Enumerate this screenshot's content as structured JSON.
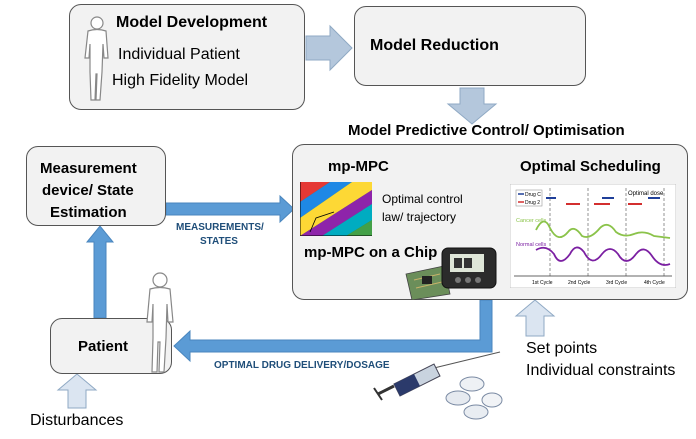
{
  "model_development": {
    "title": "Model Development",
    "line1": "Individual Patient",
    "line2": "High Fidelity Model"
  },
  "model_reduction": {
    "title": "Model Reduction"
  },
  "mpc_header": "Model Predictive Control/ Optimisation",
  "measurement": {
    "line1": "Measurement",
    "line2": "device/ State",
    "line3": "Estimation"
  },
  "measurements_label": {
    "line1": "MEASUREMENTS/",
    "line2": "STATES"
  },
  "mpc_box": {
    "mp_mpc": "mp-MPC",
    "control_line1": "Optimal control",
    "control_line2": "law/ trajectory",
    "chip": "mp-MPC on a Chip",
    "optimal_scheduling": "Optimal Scheduling"
  },
  "schedule_chart": {
    "legend_drug1": "Drug C",
    "legend_drug2": "Drug 2",
    "optimal_dose": "Optimal dose",
    "cancer_cells": "Cancer cells",
    "normal_cells": "Normal cells",
    "cycles": [
      "1st Cycle",
      "2nd Cycle",
      "3rd Cycle",
      "4th Cycle"
    ]
  },
  "patient": {
    "label": "Patient"
  },
  "drug_delivery_label": "OPTIMAL DRUG DELIVERY/DOSAGE",
  "set_points": {
    "line1": "Set points",
    "line2": "Individual constraints"
  },
  "disturbances": "Disturbances",
  "colors": {
    "arrow": "#5b9bd5",
    "arrow_light": "#a6bdd6",
    "box_fill": "#f2f2f2",
    "label_blue": "#1f4e79"
  }
}
